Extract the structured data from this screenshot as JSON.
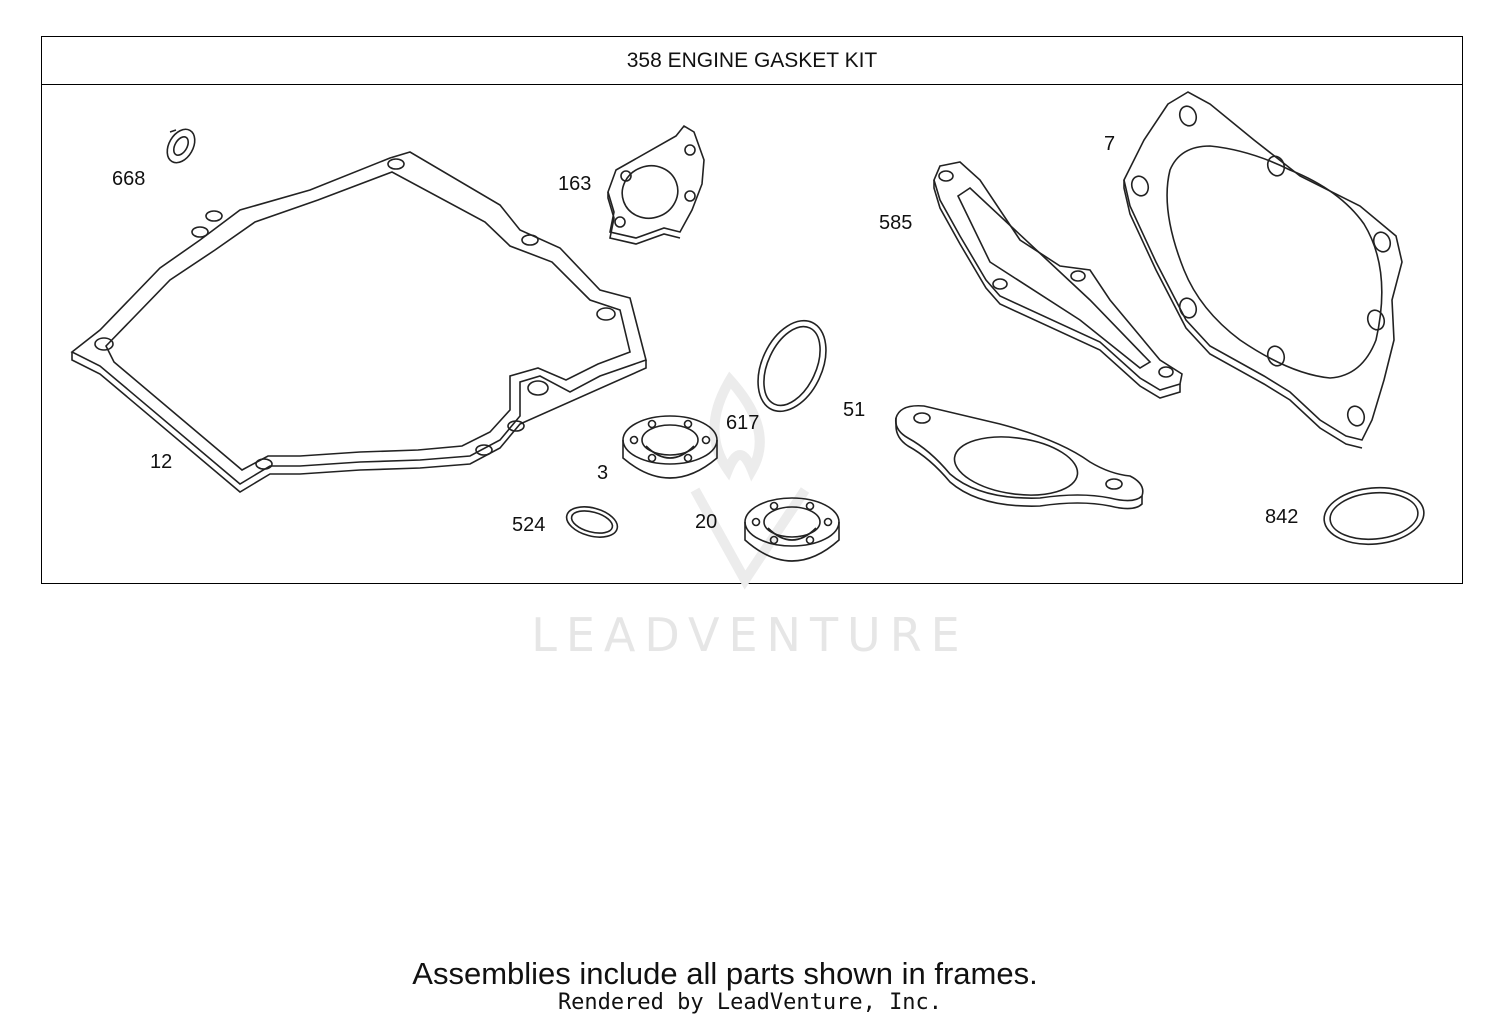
{
  "diagram": {
    "title": "358 ENGINE GASKET KIT",
    "labels": {
      "p668": "668",
      "p163": "163",
      "p585": "585",
      "p7": "7",
      "p12": "12",
      "p617": "617",
      "p51": "51",
      "p3": "3",
      "p524": "524",
      "p20": "20",
      "p842": "842"
    }
  },
  "watermark": {
    "text": "LEADVENTURE"
  },
  "footer": {
    "note": "Assemblies include all parts shown in frames.",
    "credit": "Rendered by LeadVenture, Inc."
  }
}
